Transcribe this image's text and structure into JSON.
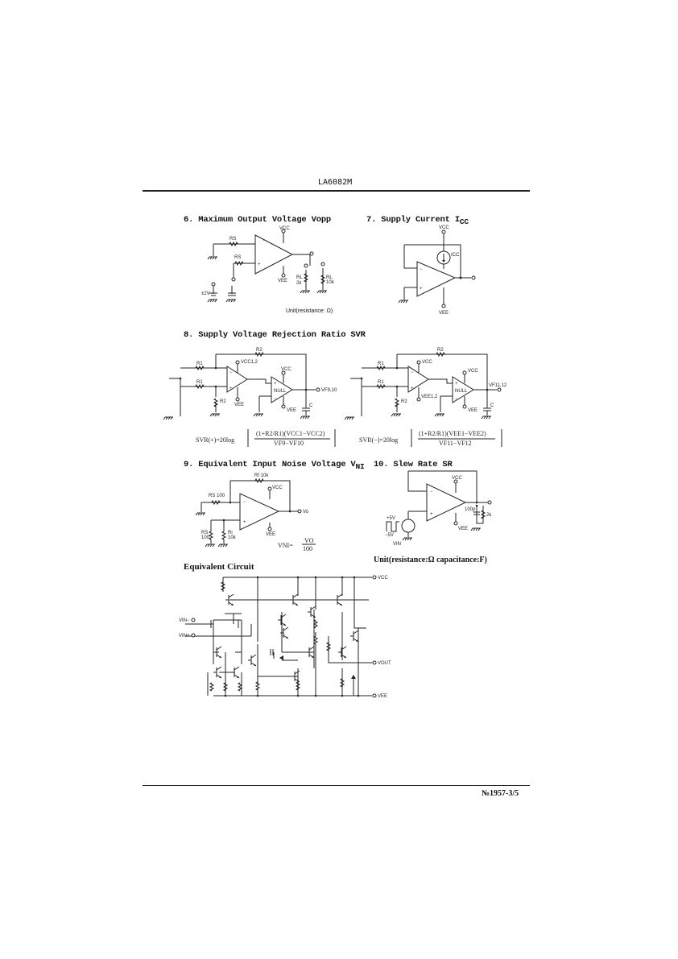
{
  "header": {
    "part_number": "LA6082M"
  },
  "sections": {
    "s6": {
      "title": "6. Maximum Output Voltage Vopp",
      "labels": {
        "vcc": "VCC",
        "vee": "VEE",
        "rs1": "RS",
        "rs2": "RS",
        "rl1": "RL",
        "rl1_val": "2k",
        "rl2": "RL",
        "rl2_val": "10k",
        "supply": "±2V"
      },
      "unit": "Unit(resistance: Ω)"
    },
    "s7": {
      "title": "7. Supply Current I",
      "title_sub": "CC",
      "labels": {
        "vcc": "VCC",
        "vee": "VEE",
        "icc": "ICC"
      }
    },
    "s8": {
      "title": "8. Supply Voltage Rejection Ratio SVR",
      "left": {
        "r2": "R2",
        "r1a": "R1",
        "r1b": "R1",
        "r2b": "R2",
        "vcc12": "VCC1,2",
        "vee": "VEE",
        "vcc": "VCC",
        "vee2": "VEE",
        "null": "NULL",
        "c": "C",
        "out": "VF9,10"
      },
      "right": {
        "r2": "R2",
        "r1a": "R1",
        "r1b": "R1",
        "r2b": "R2",
        "vcc": "VCC",
        "vee12": "VEE1,2",
        "vcc2": "VCC",
        "vee2": "VEE",
        "null": "NULL",
        "c": "C",
        "out": "VF11,12"
      },
      "formula_plus": {
        "lhs": "SVR(+)=20log",
        "num": "(1+R2/R1)(VCC1−VCC2)",
        "den": "VF9−VF10"
      },
      "formula_minus": {
        "lhs": "SVR(−)=20log",
        "num": "(1+R2/R1)(VEE1−VEE2)",
        "den": "VF11−VF12"
      }
    },
    "s9": {
      "title": "9. Equivalent Input Noise Voltage V",
      "title_sub": "NI",
      "labels": {
        "rf": "Rf 10k",
        "rs": "RS 100",
        "rs2": "RS",
        "rs2_val": "100",
        "ri": "Ri",
        "ri_val": "10k",
        "vcc": "VCC",
        "vee": "VEE",
        "vo": "Vo"
      },
      "formula": {
        "lhs": "VNI=",
        "num": "VO",
        "den": "100"
      }
    },
    "s10": {
      "title": "10. Slew Rate SR",
      "labels": {
        "vcc": "VCC",
        "vee": "VEE",
        "cap": "100p",
        "res": "2k",
        "plus5": "+5V",
        "minus5": "−5V",
        "vin": "VIN"
      },
      "unit": "Unit(resistance:Ω capacitance:F)"
    },
    "equiv": {
      "title": "Equivalent Circuit",
      "labels": {
        "vcc": "VCC",
        "vee": "VEE",
        "vout": "VOUT",
        "vin_minus": "VIN−",
        "vin_plus": "VIN+"
      }
    }
  },
  "footer": {
    "doc_number": "№1957-3/5"
  }
}
